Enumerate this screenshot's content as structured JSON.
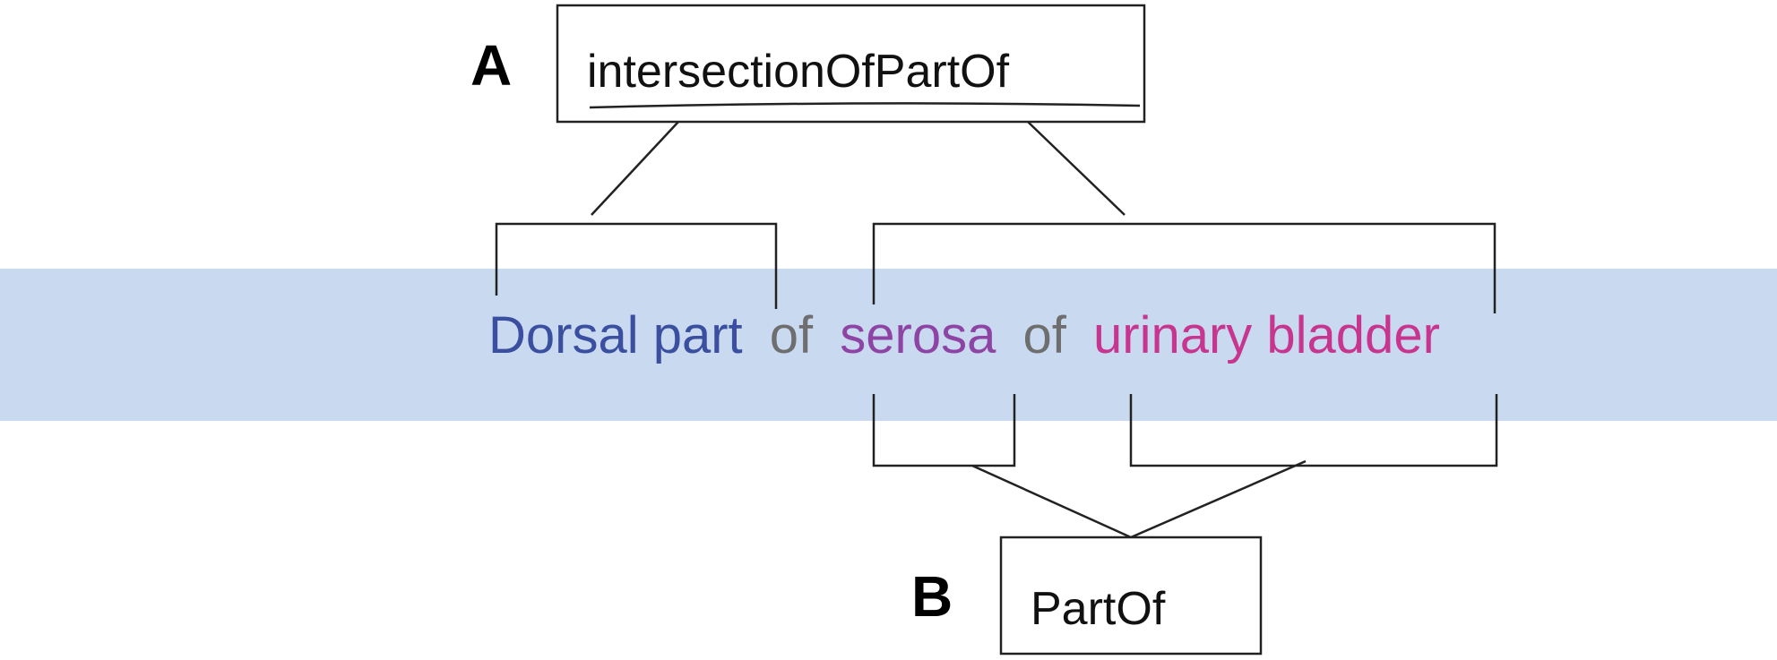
{
  "panels": {
    "a_label": "A",
    "b_label": "B"
  },
  "relations": {
    "top": "intersectionOfPartOf",
    "bottom": "PartOf"
  },
  "phrase": {
    "segments": [
      {
        "text": "Dorsal part",
        "color": "#3b4fa0"
      },
      {
        "text": "of",
        "color": "#6e6e6e"
      },
      {
        "text": "serosa",
        "color": "#8e44a4"
      },
      {
        "text": "of",
        "color": "#6e6e6e"
      },
      {
        "text": "urinary bladder",
        "color": "#c8358f"
      }
    ]
  },
  "colors": {
    "highlight_band": "#c9daf0",
    "line": "#222222"
  }
}
